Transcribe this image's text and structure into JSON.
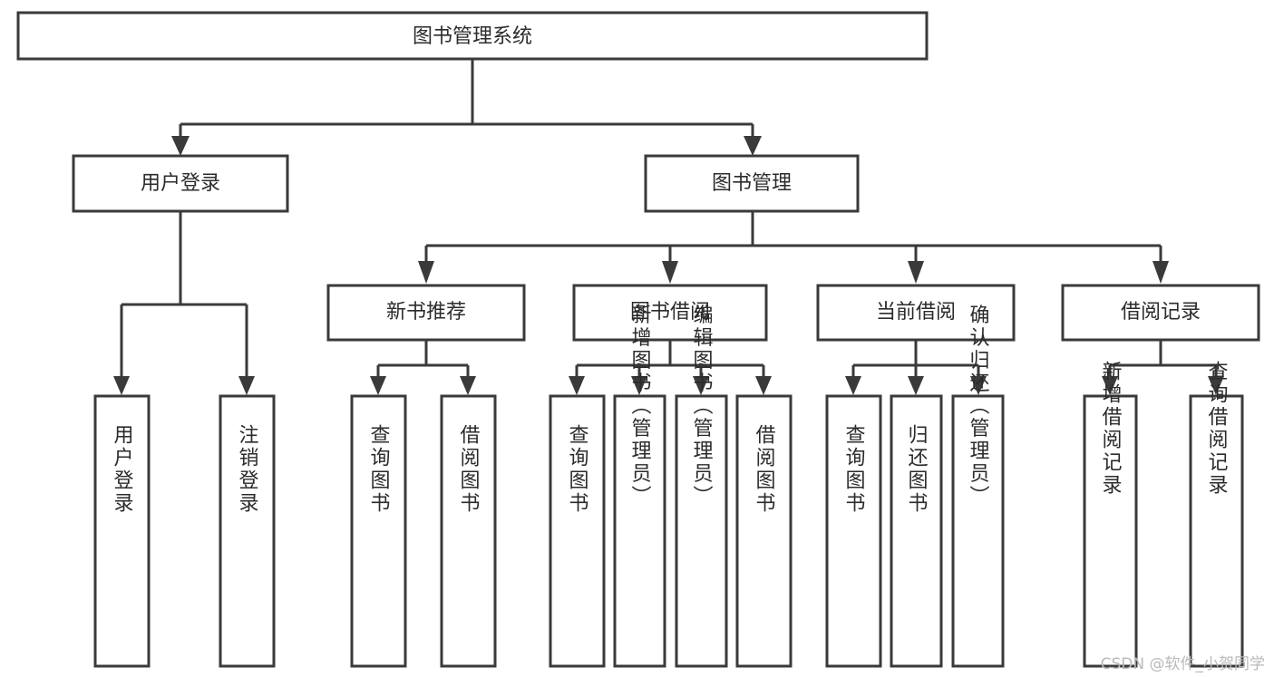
{
  "diagram": {
    "title": "图书管理系统",
    "type": "tree-hierarchy",
    "root": {
      "label": "图书管理系统"
    },
    "level1": [
      {
        "label": "用户登录"
      },
      {
        "label": "图书管理"
      }
    ],
    "level2": [
      {
        "label": "新书推荐"
      },
      {
        "label": "图书借阅"
      },
      {
        "label": "当前借阅"
      },
      {
        "label": "借阅记录"
      }
    ],
    "leaves": {
      "user_login": [
        {
          "label": "用户登录"
        },
        {
          "label": "注销登录"
        }
      ],
      "new_book_recommend": [
        {
          "label": "查询图书"
        },
        {
          "label": "借阅图书"
        }
      ],
      "book_borrow": [
        {
          "label": "查询图书"
        },
        {
          "label": "新增图书（管理员）"
        },
        {
          "label": "编辑图书（管理员）"
        },
        {
          "label": "借阅图书"
        }
      ],
      "current_borrow": [
        {
          "label": "查询图书"
        },
        {
          "label": "归还图书"
        },
        {
          "label": "确认归还（管理员）"
        }
      ],
      "borrow_record": [
        {
          "label": "新增借阅记录"
        },
        {
          "label": "查询借阅记录"
        }
      ]
    }
  },
  "watermark": {
    "text": "CSDN @软件_小贺同学"
  },
  "colors": {
    "stroke": "#3a3a3a",
    "box_fill": "#ffffff",
    "text": "#2b2b2b",
    "background": "#ffffff",
    "watermark": "#b9b9b9"
  }
}
